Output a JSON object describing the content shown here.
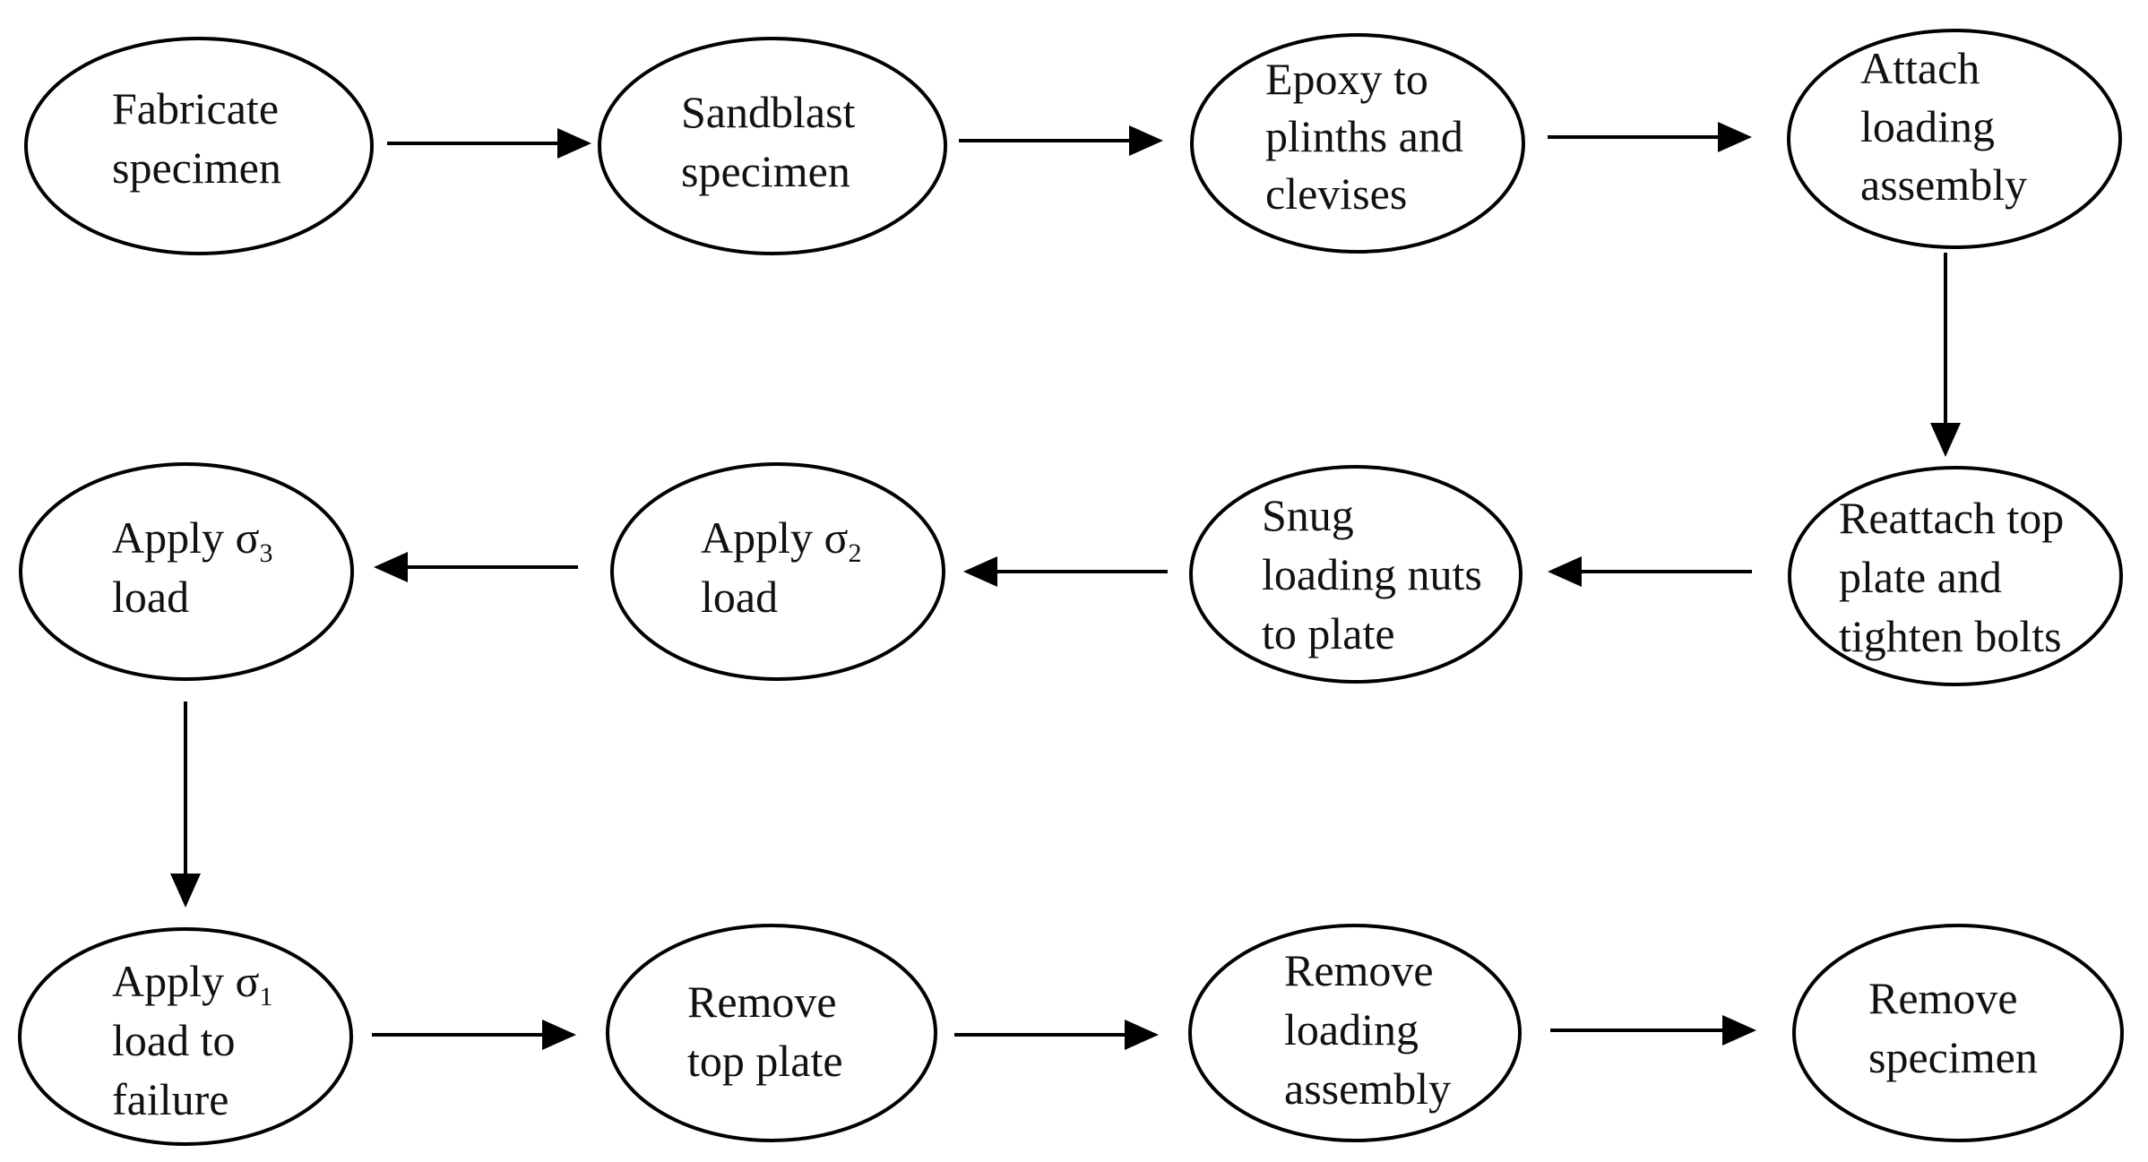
{
  "nodes": [
    {
      "id": "fabricate-specimen",
      "lines": [
        [
          "Fabricate"
        ],
        [
          "specimen"
        ]
      ]
    },
    {
      "id": "sandblast-specimen",
      "lines": [
        [
          "Sandblast"
        ],
        [
          "specimen"
        ]
      ]
    },
    {
      "id": "epoxy-plinths",
      "lines": [
        [
          "Epoxy to"
        ],
        [
          "plinths and"
        ],
        [
          "clevises"
        ]
      ]
    },
    {
      "id": "attach-loading-assembly",
      "lines": [
        [
          "Attach"
        ],
        [
          "loading"
        ],
        [
          "assembly"
        ]
      ]
    },
    {
      "id": "reattach-top-plate",
      "lines": [
        [
          "Reattach top"
        ],
        [
          "plate and"
        ],
        [
          "tighten bolts"
        ]
      ]
    },
    {
      "id": "snug-loading-nuts",
      "lines": [
        [
          "Snug"
        ],
        [
          "loading nuts"
        ],
        [
          "to plate"
        ]
      ]
    },
    {
      "id": "apply-sigma2",
      "lines": [
        [
          "Apply σ",
          "2"
        ],
        [
          "load"
        ]
      ]
    },
    {
      "id": "apply-sigma3",
      "lines": [
        [
          "Apply σ",
          "3"
        ],
        [
          "load"
        ]
      ]
    },
    {
      "id": "apply-sigma1",
      "lines": [
        [
          "Apply σ",
          "1"
        ],
        [
          "load to"
        ],
        [
          "failure"
        ]
      ]
    },
    {
      "id": "remove-top-plate",
      "lines": [
        [
          "Remove"
        ],
        [
          "top plate"
        ]
      ]
    },
    {
      "id": "remove-loading-assembly",
      "lines": [
        [
          "Remove"
        ],
        [
          "loading"
        ],
        [
          "assembly"
        ]
      ]
    },
    {
      "id": "remove-specimen",
      "lines": [
        [
          "Remove"
        ],
        [
          "specimen"
        ]
      ]
    }
  ],
  "edges": [
    {
      "from": "fabricate-specimen",
      "to": "sandblast-specimen"
    },
    {
      "from": "sandblast-specimen",
      "to": "epoxy-plinths"
    },
    {
      "from": "epoxy-plinths",
      "to": "attach-loading-assembly"
    },
    {
      "from": "attach-loading-assembly",
      "to": "reattach-top-plate"
    },
    {
      "from": "reattach-top-plate",
      "to": "snug-loading-nuts"
    },
    {
      "from": "snug-loading-nuts",
      "to": "apply-sigma2"
    },
    {
      "from": "apply-sigma2",
      "to": "apply-sigma3"
    },
    {
      "from": "apply-sigma3",
      "to": "apply-sigma1"
    },
    {
      "from": "apply-sigma1",
      "to": "remove-top-plate"
    },
    {
      "from": "remove-top-plate",
      "to": "remove-loading-assembly"
    },
    {
      "from": "remove-loading-assembly",
      "to": "remove-specimen"
    }
  ]
}
